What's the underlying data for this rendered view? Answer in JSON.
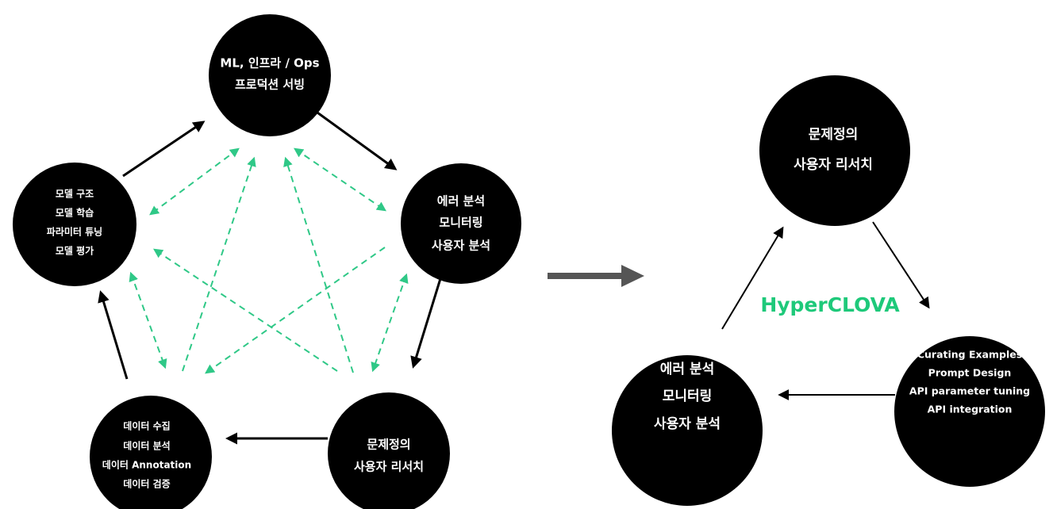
{
  "colors": {
    "node": "#000000",
    "dashed": "#2fc887",
    "brand": "#1ec97a",
    "transition_arrow": "#555555"
  },
  "before": {
    "nodes": [
      {
        "id": "ml-ops",
        "lines": [
          "ML, 인프라 / Ops",
          "프로덕션 서빙"
        ]
      },
      {
        "id": "error-analysis",
        "lines": [
          "에러 분석",
          "모니터링",
          "사용자 분석"
        ]
      },
      {
        "id": "problem-definition",
        "lines": [
          "문제정의",
          "사용자 리서치"
        ]
      },
      {
        "id": "data",
        "lines": [
          "데이터 수집",
          "데이터 분석",
          "데이터 Annotation",
          "데이터 검증"
        ]
      },
      {
        "id": "model",
        "lines": [
          "모델 구조",
          "모델 학습",
          "파라미터 튜닝",
          "모델 평가"
        ]
      }
    ]
  },
  "after": {
    "brand": "HyperCLOVA",
    "nodes": [
      {
        "id": "problem-definition",
        "lines": [
          "문제정의",
          "사용자 리서치"
        ]
      },
      {
        "id": "prompting",
        "lines": [
          "Curating Examples",
          "Prompt Design",
          "API parameter tuning",
          "API integration"
        ]
      },
      {
        "id": "error-analysis",
        "lines": [
          "에러 분석",
          "모니터링",
          "사용자 분석"
        ]
      }
    ]
  }
}
